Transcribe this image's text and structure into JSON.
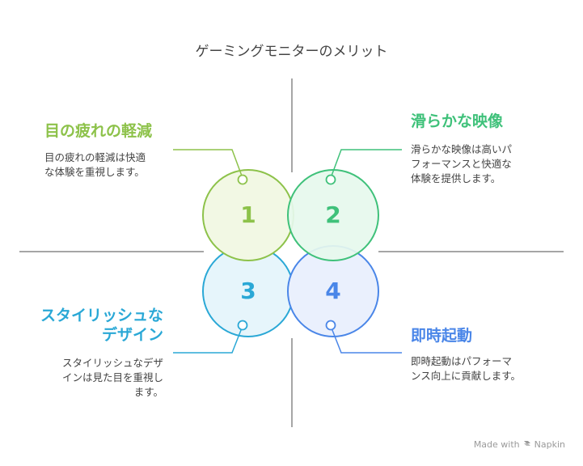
{
  "title": "ゲーミングモニターのメリット",
  "colors": {
    "green_light": "#8dc24a",
    "green_teal": "#3fc17a",
    "blue_cyan": "#2aa8d6",
    "blue": "#4a86e8",
    "axis": "#888888"
  },
  "items": [
    {
      "number": "1",
      "heading_lines": [
        "目の疲れの軽減"
      ],
      "desc_lines": [
        "目の疲れの軽減は快適",
        "な体験を重視します。"
      ]
    },
    {
      "number": "2",
      "heading_lines": [
        "滑らかな映像"
      ],
      "desc_lines": [
        "滑らかな映像は高いパ",
        "フォーマンスと快適な",
        "体験を提供します。"
      ]
    },
    {
      "number": "3",
      "heading_lines": [
        "スタイリッシュな",
        "デザイン"
      ],
      "desc_lines": [
        "スタイリッシュなデザ",
        "インは見た目を重視し",
        "ます。"
      ]
    },
    {
      "number": "4",
      "heading_lines": [
        "即時起動"
      ],
      "desc_lines": [
        "即時起動はパフォーマ",
        "ンス向上に貢献します。"
      ]
    }
  ],
  "footer": {
    "made_with": "Made with",
    "brand": "Napkin",
    "brand_icon": "napkin-logo-icon"
  }
}
